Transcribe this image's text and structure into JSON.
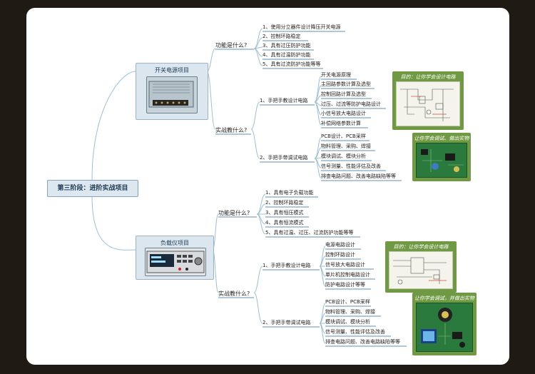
{
  "root": {
    "label": "第三阶段：进阶实战项目"
  },
  "projects": [
    {
      "title": "开关电源项目",
      "what": {
        "label": "功能是什么?",
        "items": [
          "1、使用分立器件设计降压开关电源",
          "2、控制环路稳定",
          "3、具有过压防护功能",
          "4、具有过温防护功能",
          "5、具有过流防护功能等等"
        ]
      },
      "practice": {
        "label": "实战教什么?",
        "design": {
          "label": "1、手把手教设计电路",
          "items": [
            "开关电源原理",
            "主回路参数计算及选型",
            "控制回路计算及选型",
            "过压、过流等防护电路设计",
            "小信号放大电路设计",
            "补偿网络参数计算"
          ],
          "goal": "目的：让你学会设计电路"
        },
        "debug": {
          "label": "2、手把手带调试电路",
          "items": [
            "PCB设计、PCB采样",
            "物料管理、采购、焊接",
            "模块调试、模块分析",
            "信号测量、性能评估及改善",
            "排查电路问题、改善电路缺陷等等"
          ],
          "goal": "让你学会调试、做出实物"
        }
      }
    },
    {
      "title": "负载仪项目",
      "what": {
        "label": "功能是什么?",
        "items": [
          "1、具有电子负载功能",
          "2、控制环路稳定",
          "3、具有恒压模式",
          "4、具有恒流模式",
          "5、具有过温、过压、过流防护功能等等"
        ]
      },
      "practice": {
        "label": "实战教什么?",
        "design": {
          "label": "1、手把手教设计电路",
          "items": [
            "电源电路设计",
            "控制环路设计",
            "信号放大电路设计",
            "单片机控制电路设计",
            "防护电路设计等等"
          ],
          "goal": "目的：让你学会设计电路"
        },
        "debug": {
          "label": "2、手把手带调试电路",
          "items": [
            "PCB设计、PCB采样",
            "物料管理、采购、焊接",
            "模块调试、模块分析",
            "信号测量、性能评估及改善",
            "排查电路问题、改善电路缺陷等等"
          ],
          "goal": "让你学会调试，并做出实物"
        }
      }
    }
  ],
  "colors": {
    "link": "#9dc0d6",
    "underline": "#5f8fb3",
    "accent_green": "#6f9a43",
    "root_bg": "#dce7ef"
  }
}
